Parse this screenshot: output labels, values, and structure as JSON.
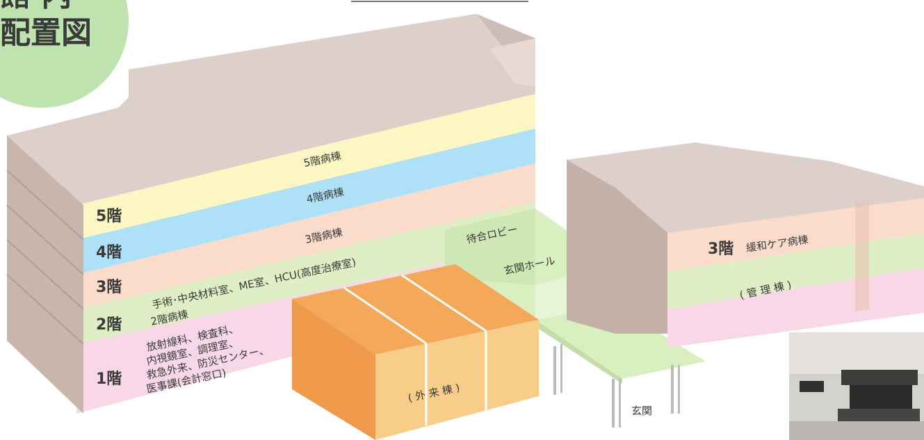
{
  "title_badge": {
    "line1": "館 内",
    "line2": "配置図"
  },
  "main_building": {
    "floors": [
      {
        "label": "5階",
        "ward": "5階病棟"
      },
      {
        "label": "4階",
        "ward": "4階病棟"
      },
      {
        "label": "3階",
        "ward": "3階病棟"
      },
      {
        "label": "2階",
        "dept_lines": [
          "手術･中央材料室、ME室、HCU(高度治療室)",
          "2階病棟"
        ]
      },
      {
        "label": "1階",
        "dept_lines": [
          "放射線科、検査科、",
          "内視鏡室、調理室、",
          "救急外来、防災センター、",
          "医事課(会計窓口)"
        ]
      }
    ]
  },
  "outpatient_wing": {
    "label": "( 外 来 棟 )"
  },
  "lobby": {
    "line1": "待合ロビー",
    "line2": "玄関ホール"
  },
  "entrance": {
    "label": "玄関"
  },
  "admin_building": {
    "floor_label": "3階",
    "ward": "緩和ケア病棟",
    "name": "( 管 理 棟 )"
  },
  "colors": {
    "roof": "#ddd0cb",
    "roof_side": "#c9b8b2",
    "floor5": "#fdf7c3",
    "floor4": "#aee0f7",
    "floor3": "#fbdccb",
    "floor2": "#dfeec4",
    "floor1": "#f8d8e6",
    "outpatient_top": "#f4a95a",
    "outpatient_front": "#f8cd8a",
    "lobby": "#d9efc0",
    "badge": "#bfe3ae"
  }
}
